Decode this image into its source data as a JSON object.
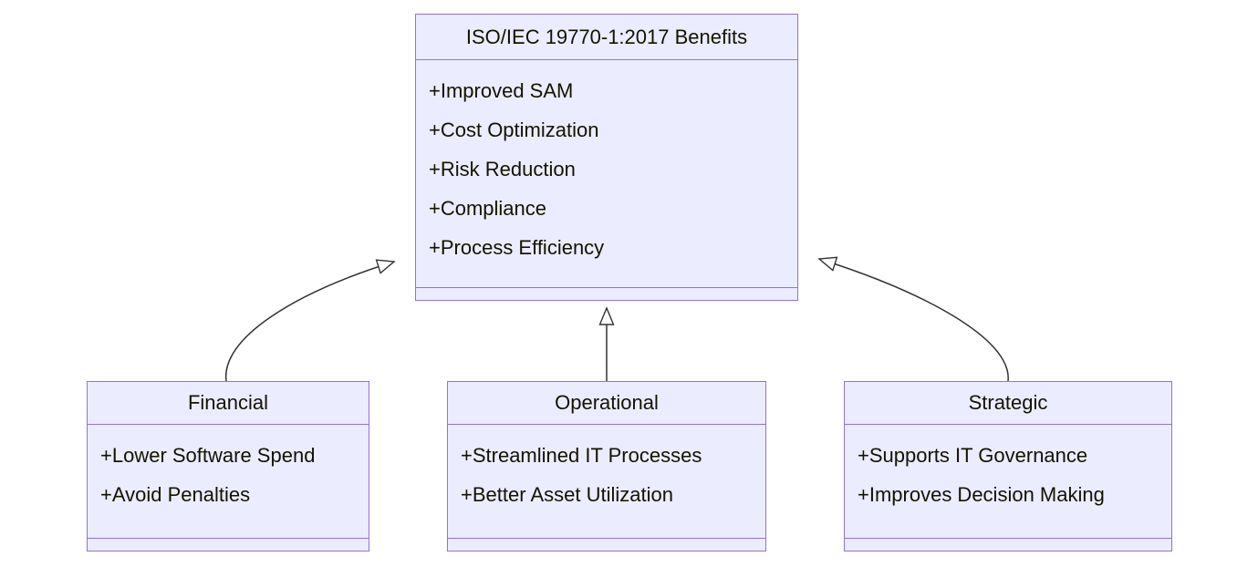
{
  "diagram": {
    "type": "uml-class-diagram",
    "relation": "inheritance",
    "colors": {
      "node_fill": "#ECECFF",
      "node_border": "#9370DB",
      "edge": "#333333",
      "arrowhead_fill": "#FFFFFF"
    },
    "parent": {
      "title": "ISO/IEC 19770-1:2017 Benefits",
      "members": [
        "+Improved SAM",
        "+Cost Optimization",
        "+Risk Reduction",
        "+Compliance",
        "+Process Efficiency"
      ]
    },
    "children": [
      {
        "title": "Financial",
        "members": [
          "+Lower Software Spend",
          "+Avoid Penalties"
        ]
      },
      {
        "title": "Operational",
        "members": [
          "+Streamlined IT Processes",
          "+Better Asset Utilization"
        ]
      },
      {
        "title": "Strategic",
        "members": [
          "+Supports IT Governance",
          "+Improves Decision Making"
        ]
      }
    ]
  }
}
